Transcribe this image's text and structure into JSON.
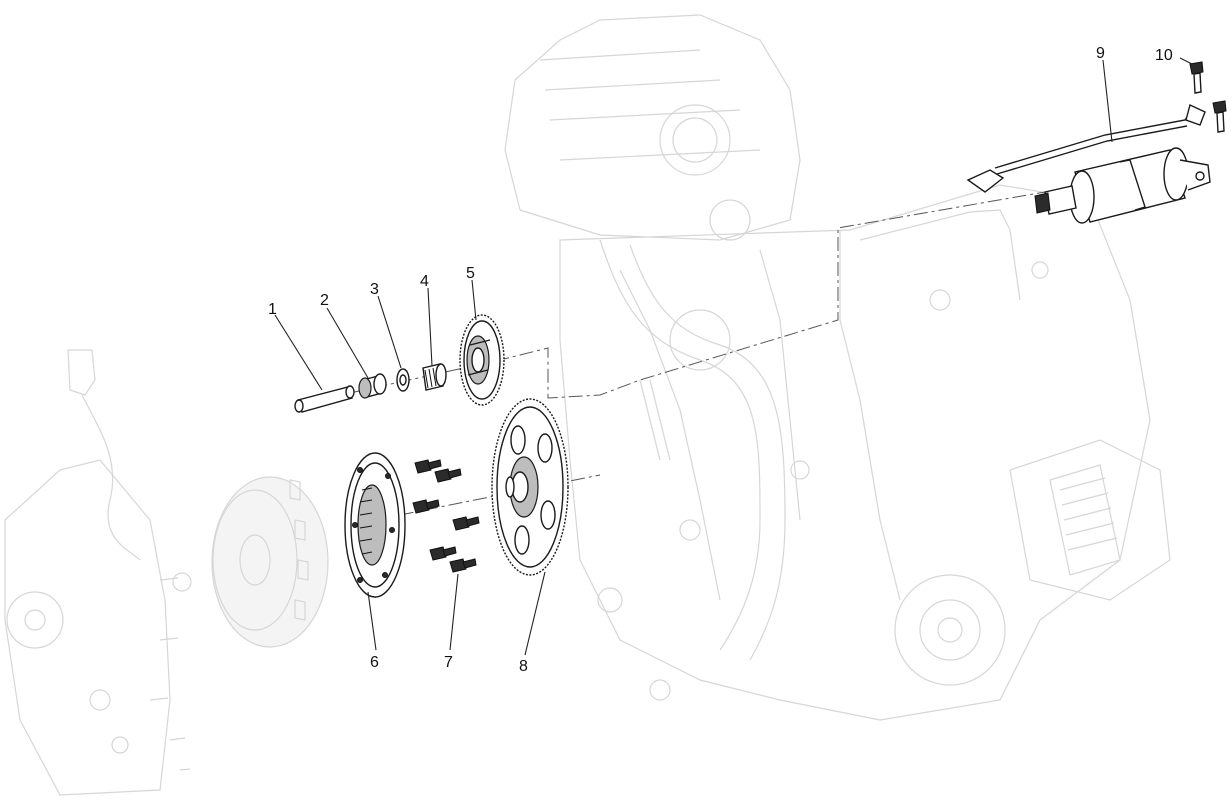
{
  "callouts": [
    {
      "id": "1",
      "text": "1"
    },
    {
      "id": "2",
      "text": "2"
    },
    {
      "id": "3",
      "text": "3"
    },
    {
      "id": "4",
      "text": "4"
    },
    {
      "id": "5",
      "text": "5"
    },
    {
      "id": "6",
      "text": "6"
    },
    {
      "id": "7",
      "text": "7"
    },
    {
      "id": "8",
      "text": "8"
    },
    {
      "id": "9",
      "text": "9"
    },
    {
      "id": "10",
      "text": "10"
    }
  ],
  "colors": {
    "background": "#ffffff",
    "part_outline": "#1a1a1a",
    "ghost_engine": "#d6d6d6"
  }
}
